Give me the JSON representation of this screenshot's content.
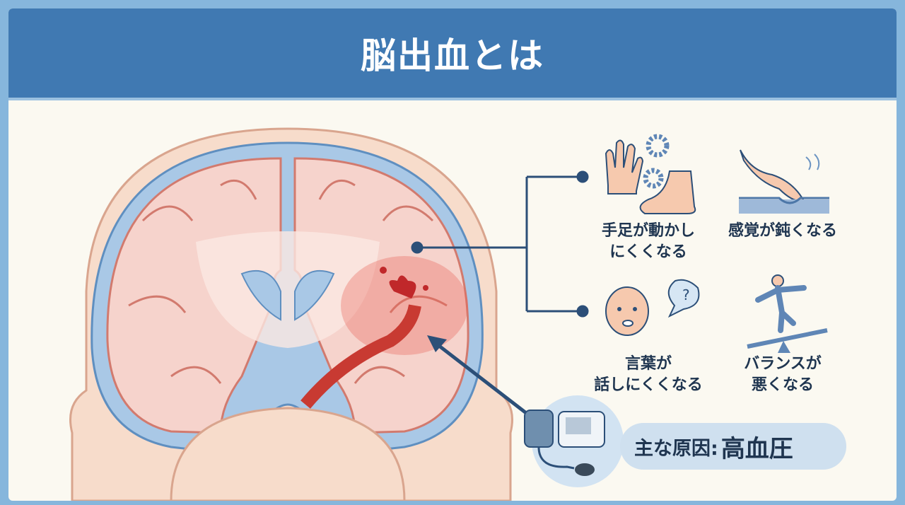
{
  "title": "脳出血とは",
  "symptoms": [
    {
      "icon": "hand-foot-gears-icon",
      "line1": "手足が動かし",
      "line2": "にくくなる"
    },
    {
      "icon": "numb-hand-icon",
      "line1": "感覚が鈍くなる",
      "line2": ""
    },
    {
      "icon": "confused-face-icon",
      "line1": "言葉が",
      "line2": "話しにくくなる"
    },
    {
      "icon": "balance-seesaw-icon",
      "line1": "バランスが",
      "line2": "悪くなる"
    }
  ],
  "cause": {
    "label": "主な原因:",
    "value": "高血圧",
    "icon": "blood-pressure-monitor-icon"
  },
  "colors": {
    "header": "#4079b2",
    "blood": "#d8423a",
    "brain": "#f6d3cc",
    "csf": "#a9c8e6"
  }
}
